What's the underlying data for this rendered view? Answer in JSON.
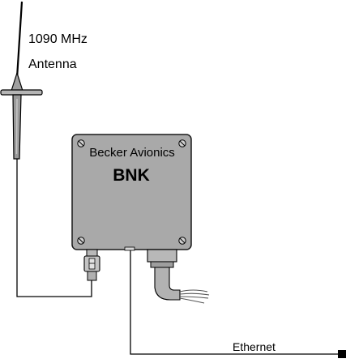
{
  "antenna": {
    "frequency_label": "1090 MHz",
    "type_label": "Antenna"
  },
  "device": {
    "brand": "Becker Avionics",
    "model": "BNK"
  },
  "network": {
    "connection_label": "Ethernet"
  },
  "colors": {
    "box_fill": "#a9a9a9",
    "box_stroke": "#1a1a1a",
    "antenna_fill": "#9a9a9a",
    "line": "#000000",
    "background": "#ffffff"
  }
}
